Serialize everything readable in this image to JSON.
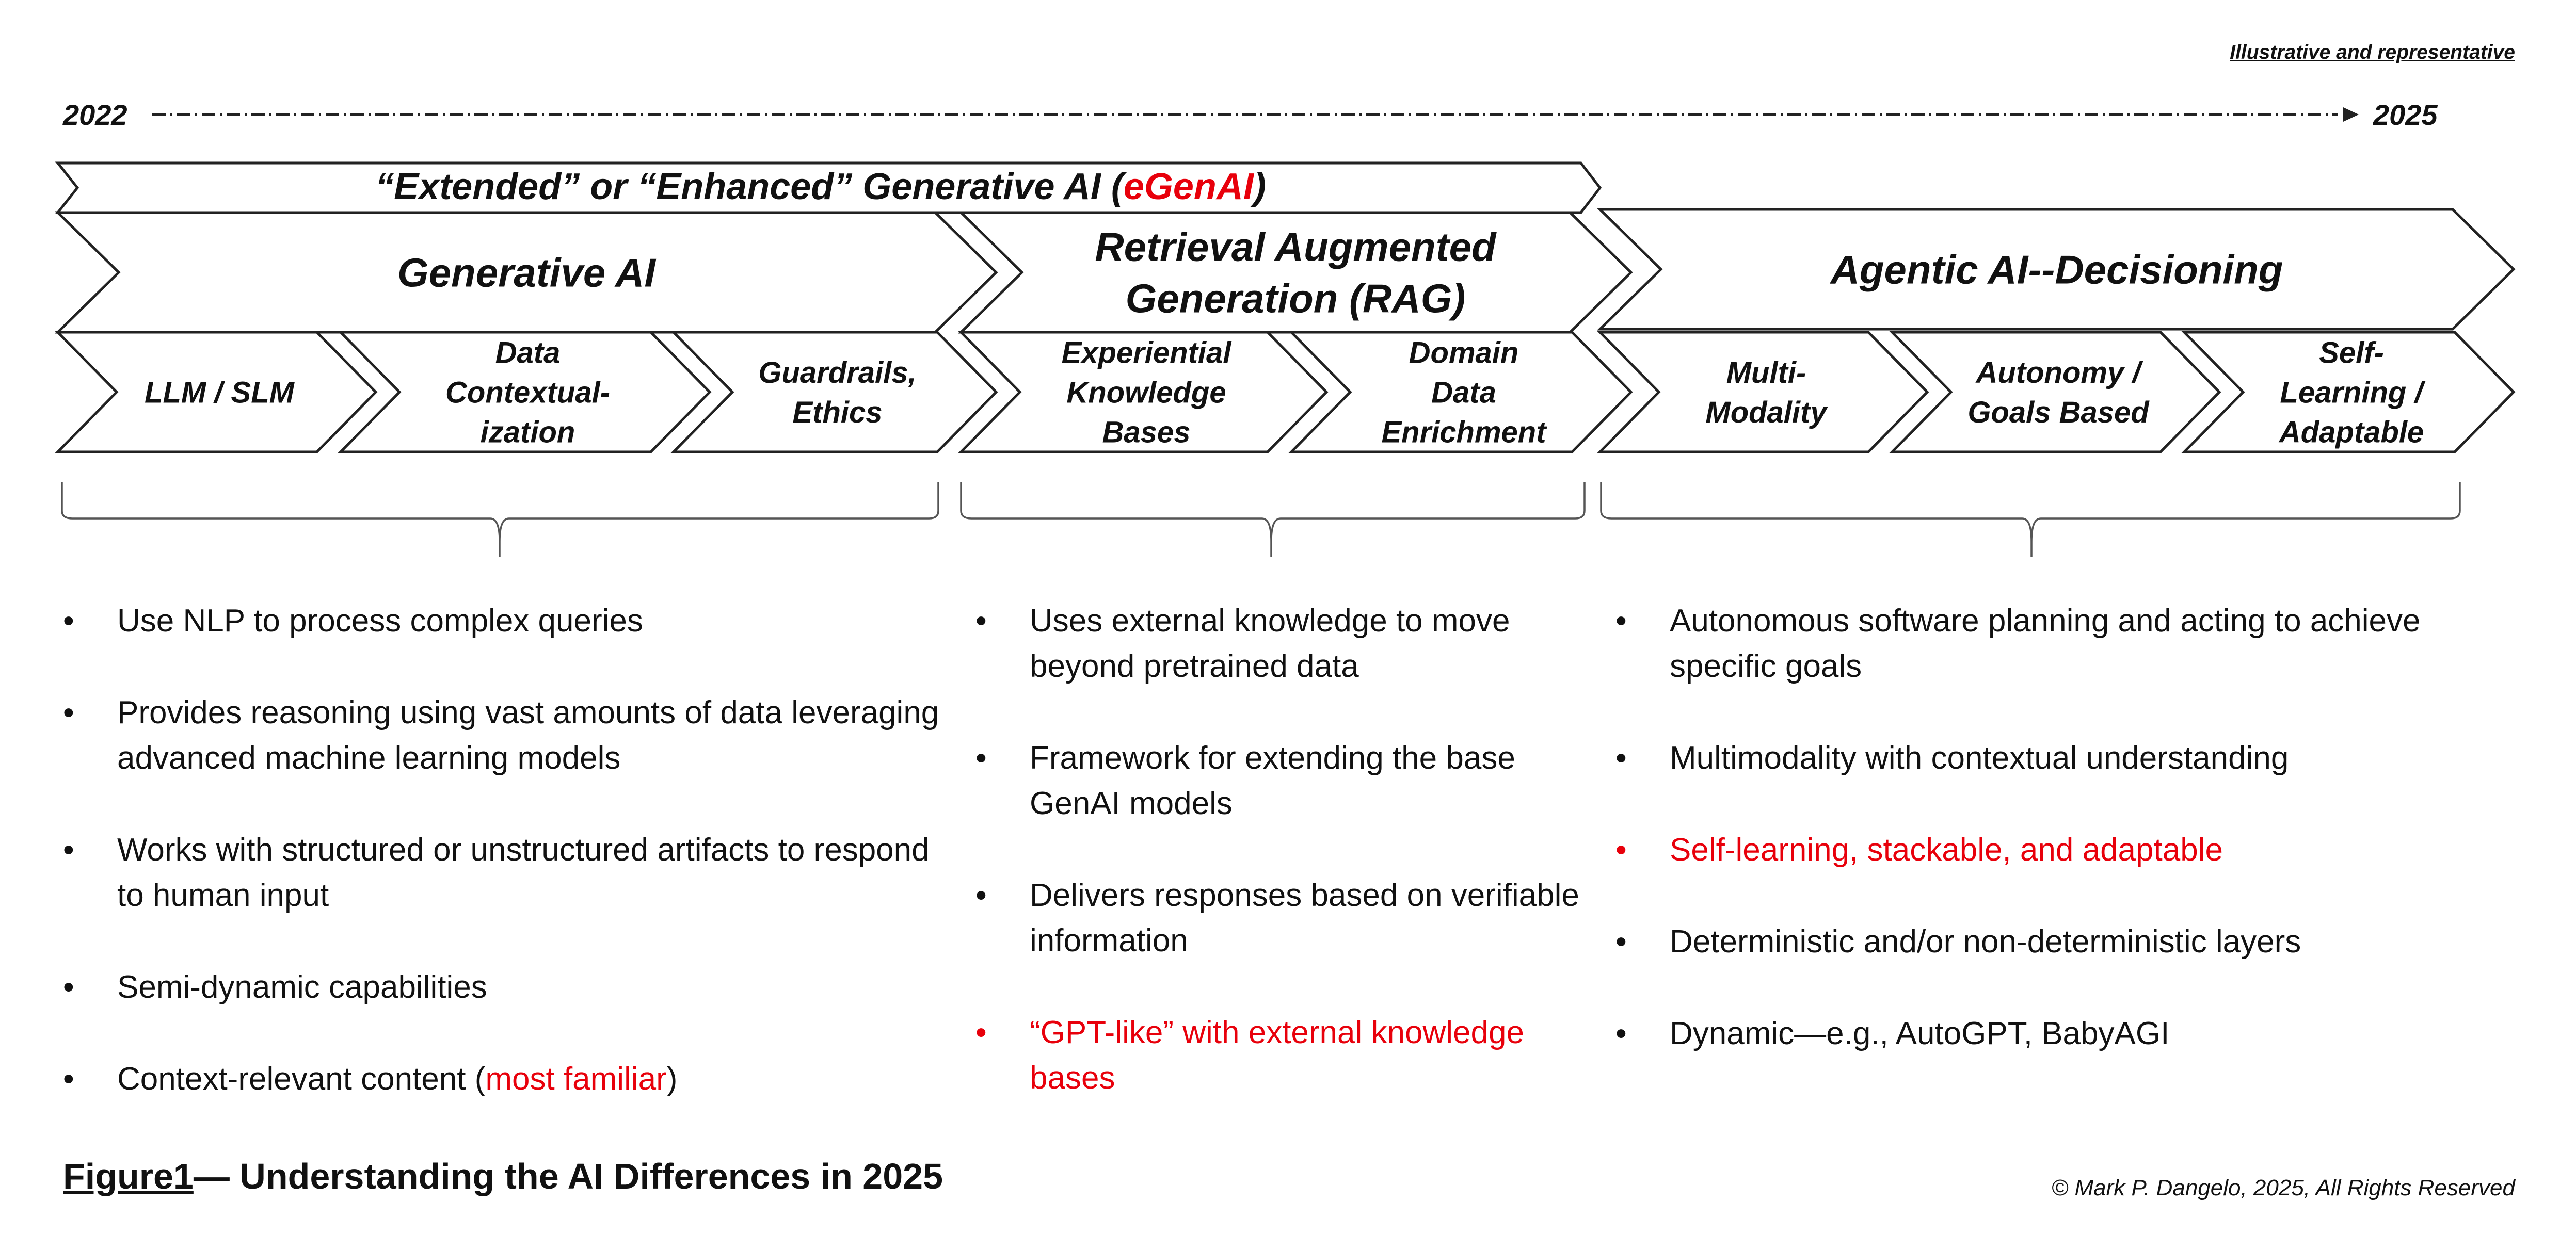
{
  "note": "Illustrative and representative",
  "timeline": {
    "start": "2022",
    "end": "2025"
  },
  "egenai": {
    "prefix": "“Extended” or “Enhanced” Generative AI (",
    "highlight": "eGenAI",
    "suffix": ")"
  },
  "phases": [
    {
      "title_lines": [
        "Generative AI"
      ],
      "subs": [
        [
          "LLM / SLM"
        ],
        [
          "Data",
          "Contextual-",
          "ization"
        ],
        [
          "Guardrails,",
          "Ethics"
        ]
      ]
    },
    {
      "title_lines": [
        "Retrieval Augmented",
        "Generation (RAG)"
      ],
      "subs": [
        [
          "Experiential",
          "Knowledge",
          "Bases"
        ],
        [
          "Domain",
          "Data",
          "Enrichment"
        ]
      ]
    },
    {
      "title_lines": [
        "Agentic AI--Decisioning"
      ],
      "subs": [
        [
          "Multi-",
          "Modality"
        ],
        [
          "Autonomy /",
          "Goals Based"
        ],
        [
          "Self-",
          "Learning /",
          "Adaptable"
        ]
      ]
    }
  ],
  "columns": [
    {
      "bullets": [
        {
          "text": "Use NLP to process complex queries"
        },
        {
          "text": "Provides reasoning using vast amounts of data leveraging advanced machine learning models"
        },
        {
          "text": "Works with structured or unstructured artifacts to respond to human input"
        },
        {
          "text": "Semi-dynamic capabilities"
        },
        {
          "text": "Context-relevant content (",
          "highlight": "most familiar",
          "suffix": ")"
        }
      ]
    },
    {
      "bullets": [
        {
          "text": "Uses external knowledge to move beyond pretrained data"
        },
        {
          "text": "Framework for extending the base GenAI models"
        },
        {
          "text": "Delivers responses based on verifiable information"
        },
        {
          "text": "“GPT-like” with external knowledge bases",
          "red": true
        }
      ]
    },
    {
      "bullets": [
        {
          "text": "Autonomous software planning and acting to achieve specific goals"
        },
        {
          "text": "Multimodality with contextual understanding"
        },
        {
          "text": "Self-learning, stackable, and adaptable",
          "red": true
        },
        {
          "text": "Deterministic and/or non-deterministic layers"
        },
        {
          "text": "Dynamic—e.g., AutoGPT, BabyAGI"
        }
      ]
    }
  ],
  "caption": {
    "figure_label": "Figure1",
    "title": "— Understanding the AI Differences in 2025"
  },
  "copyright": "© Mark P. Dangelo, 2025, All Rights Reserved",
  "colors": {
    "highlight": "#e8000b",
    "outline": "#222222",
    "text": "#111111"
  }
}
